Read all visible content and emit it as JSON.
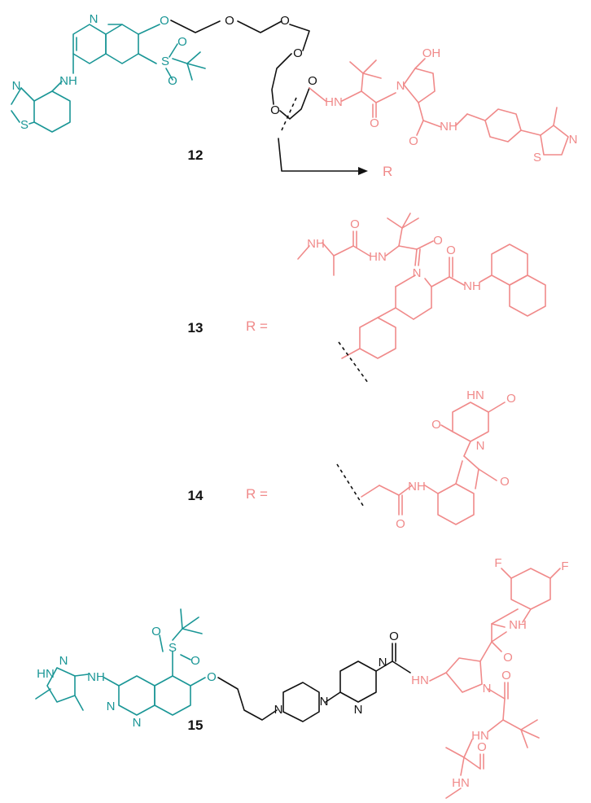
{
  "compounds": [
    {
      "number": "12",
      "r_placeholder": "R"
    },
    {
      "number": "13",
      "r_label": "R ="
    },
    {
      "number": "14",
      "r_label": "R ="
    },
    {
      "number": "15"
    }
  ],
  "atoms": {
    "N": "N",
    "O": "O",
    "S": "S",
    "NH": "NH",
    "HN": "HN",
    "OH": "OH",
    "F": "F",
    "HN_pyrazole": "HN"
  },
  "colors": {
    "warhead": "#1a9696",
    "e3_ligand": "#f08a8a",
    "linker": "#111111"
  }
}
